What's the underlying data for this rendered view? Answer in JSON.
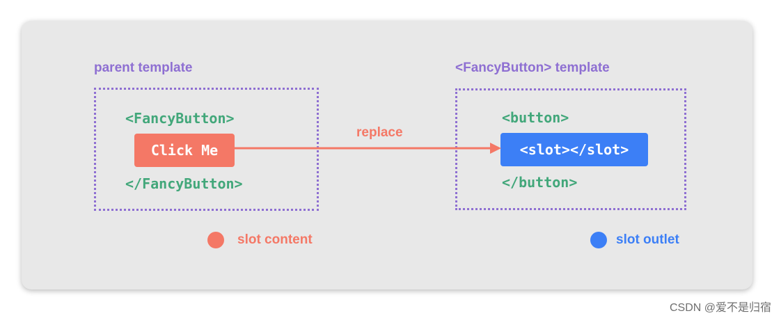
{
  "colors": {
    "parent_label": "#8e6fd2",
    "code_text": "#42a77a",
    "slot_content": "#f47866",
    "slot_outlet": "#3c7ff6",
    "card_bg": "#e8e8e8"
  },
  "parent": {
    "label": "parent template",
    "open_tag": "<FancyButton>",
    "content": "Click Me",
    "close_tag": "</FancyButton>"
  },
  "child": {
    "label": "<FancyButton> template",
    "open_tag": "<button>",
    "outlet": "<slot></slot>",
    "close_tag": "</button>"
  },
  "arrow": {
    "label": "replace"
  },
  "legend": {
    "content_label": "slot content",
    "outlet_label": "slot outlet"
  },
  "watermark": "CSDN @爱不是归宿"
}
